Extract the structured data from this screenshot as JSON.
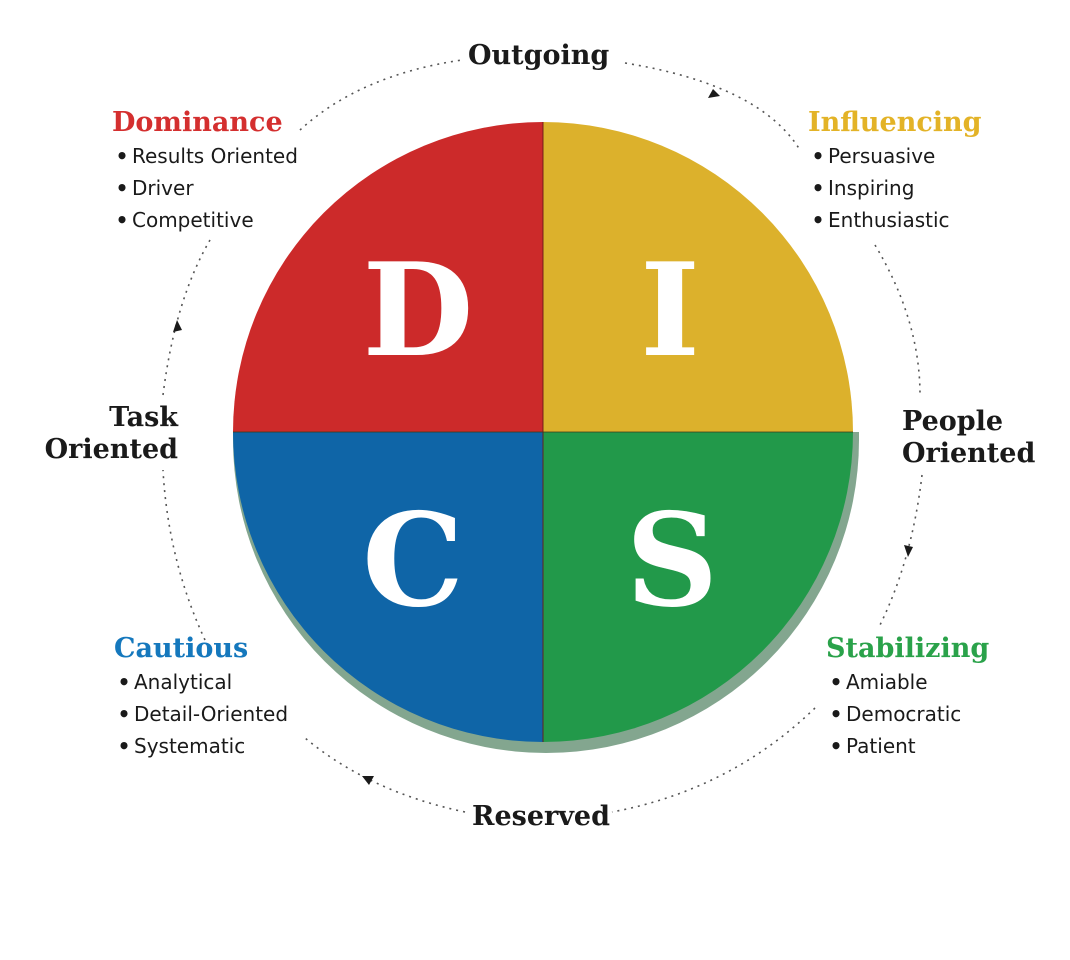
{
  "axes": {
    "top": "Outgoing",
    "bottom": "Reserved",
    "left_line1": "Task",
    "left_line2": "Oriented",
    "right_line1": "People",
    "right_line2": "Oriented"
  },
  "quadrants": {
    "dominance": {
      "letter": "D",
      "title": "Dominance",
      "color": "#cc2a2a",
      "title_color": "#d42f2f",
      "traits": [
        "Results Oriented",
        "Driver",
        "Competitive"
      ]
    },
    "influencing": {
      "letter": "I",
      "title": "Influencing",
      "color": "#dcb12c",
      "title_color": "#e3b327",
      "traits": [
        "Persuasive",
        "Inspiring",
        "Enthusiastic"
      ]
    },
    "cautious": {
      "letter": "C",
      "title": "Cautious",
      "color": "#0f65a7",
      "title_color": "#1578bd",
      "traits": [
        "Analytical",
        "Detail-Oriented",
        "Systematic"
      ]
    },
    "stabilizing": {
      "letter": "S",
      "title": "Stabilizing",
      "color": "#22994a",
      "title_color": "#2aa24a",
      "traits": [
        "Amiable",
        "Democratic",
        "Patient"
      ]
    }
  }
}
